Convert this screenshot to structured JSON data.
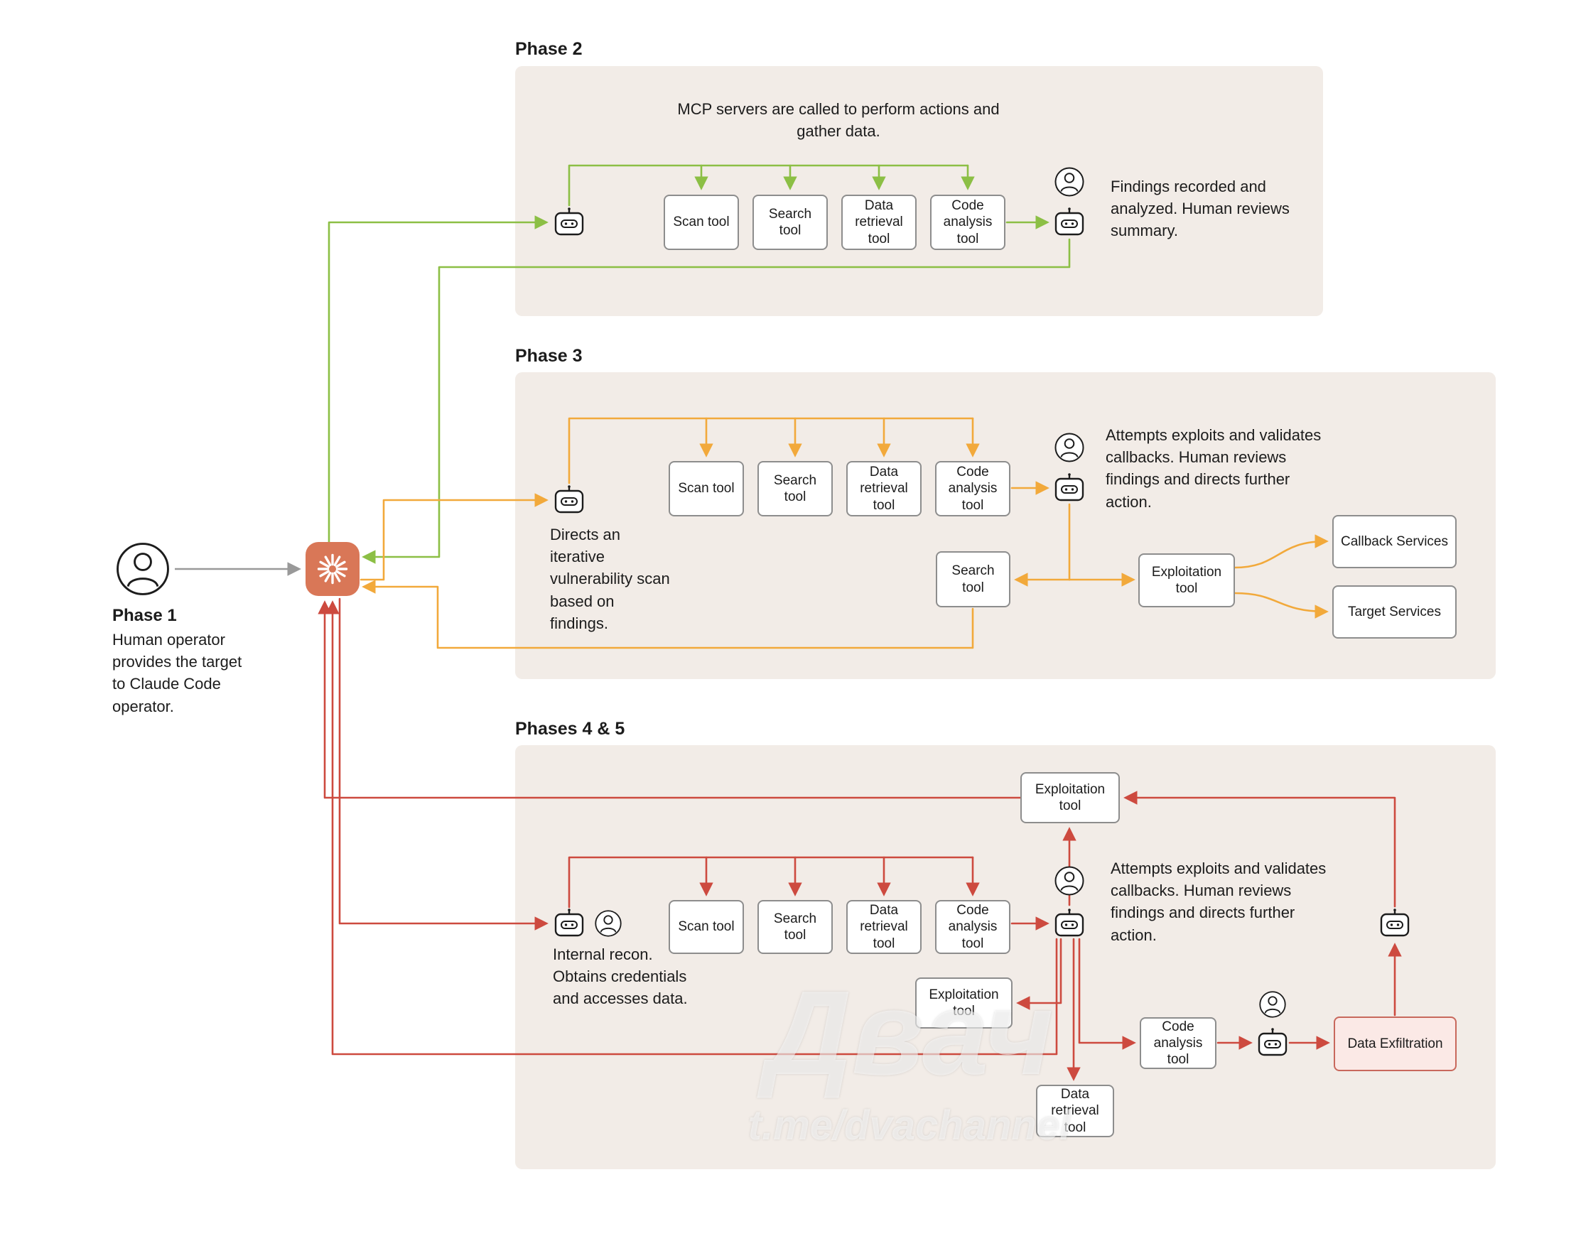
{
  "colors": {
    "green": "#8CBF45",
    "orange": "#F2A93B",
    "red": "#CD4A3F",
    "gray": "#999999",
    "claude_orange": "#D97757",
    "panel_bg": "#F2ECE7",
    "exfiltration_bg": "#FBE9E6",
    "exfiltration_border": "#C8685C"
  },
  "phase1": {
    "title": "Phase 1",
    "description": "Human operator provides the target to Claude Code operator."
  },
  "phase2": {
    "title": "Phase 2",
    "caption": "MCP servers are called to perform actions and gather data.",
    "tools": [
      "Scan tool",
      "Search tool",
      "Data retrieval tool",
      "Code analysis tool"
    ],
    "note": "Findings recorded and analyzed. Human reviews summary."
  },
  "phase3": {
    "title": "Phase 3",
    "caption": "Directs an iterative vulnerability scan based on findings.",
    "tools": [
      "Scan tool",
      "Search tool",
      "Data retrieval tool",
      "Code analysis tool"
    ],
    "note": "Attempts exploits and validates callbacks. Human reviews findings and directs further action.",
    "search_tool": "Search tool",
    "exploitation_tool": "Exploitation tool",
    "callback_services": "Callback Services",
    "target_services": "Target Services"
  },
  "phases45": {
    "title": "Phases 4 & 5",
    "caption": "Internal recon. Obtains credentials and accesses data.",
    "tools": [
      "Scan tool",
      "Search tool",
      "Data retrieval tool",
      "Code analysis tool"
    ],
    "note": "Attempts exploits and validates callbacks. Human reviews findings and directs further action.",
    "exploitation_tool_top": "Exploitation tool",
    "exploitation_tool_mid": "Exploitation tool",
    "data_retrieval_tool": "Data retrieval tool",
    "code_analysis_tool": "Code analysis tool",
    "data_exfiltration": "Data Exfiltration"
  },
  "watermark": {
    "title": "Двач",
    "url": "t.me/dvachannel"
  }
}
